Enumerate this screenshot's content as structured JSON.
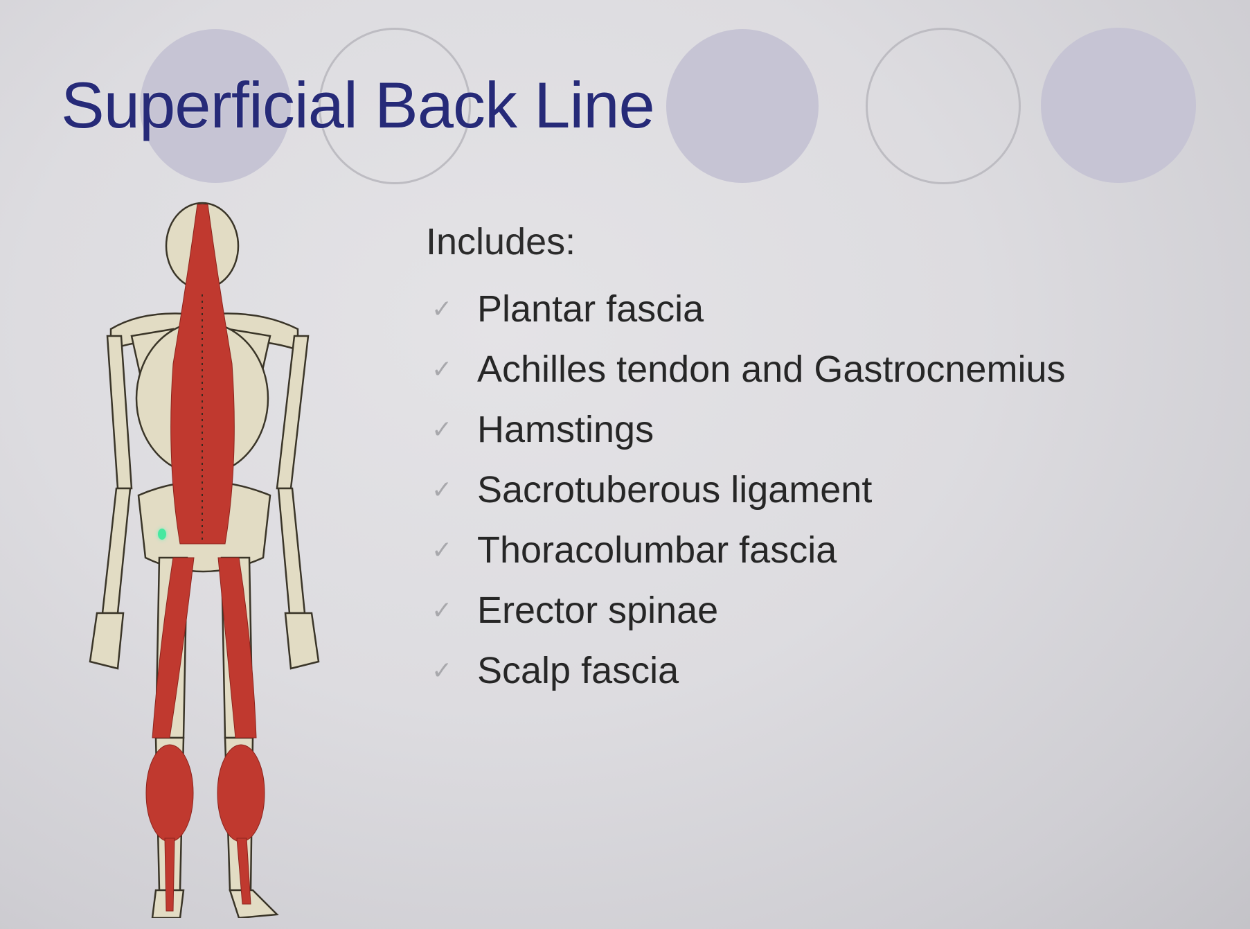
{
  "slide": {
    "title": "Superficial Back Line",
    "intro": "Includes:",
    "items": [
      {
        "label": "Plantar fascia",
        "icon": "check-icon"
      },
      {
        "label": "Achilles tendon and Gastrocnemius",
        "icon": "check-icon"
      },
      {
        "label": "Hamstings",
        "icon": "check-icon"
      },
      {
        "label": "Sacrotuberous ligament",
        "icon": "check-icon"
      },
      {
        "label": "Thoracolumbar fascia",
        "icon": "check-icon"
      },
      {
        "label": "Erector spinae",
        "icon": "check-icon"
      },
      {
        "label": "Scalp fascia",
        "icon": "check-icon"
      }
    ],
    "check_glyph": "✓",
    "illustration": "posterior-skeleton-superficial-back-line",
    "colors": {
      "title": "#262a78",
      "text": "#262626",
      "muscle": "#c0392f",
      "bone": "#e2dcc4",
      "circle_fill": "#c6c4d4",
      "circle_outline": "#bdbcc2"
    }
  }
}
